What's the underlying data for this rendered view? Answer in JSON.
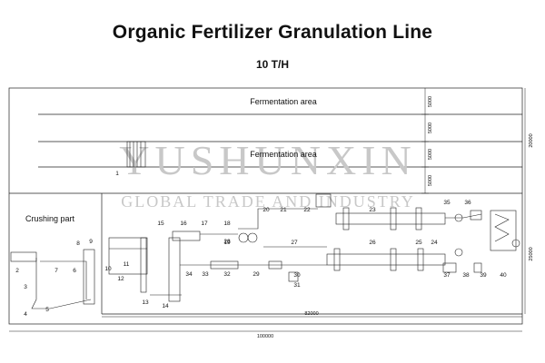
{
  "header": {
    "title": "Organic Fertilizer Granulation Line",
    "subtitle": "10 T/H"
  },
  "areas": {
    "fermentation_1": "Fermentation area",
    "fermentation_2": "Fermentation area",
    "crushing": "Crushing part"
  },
  "dimensions": {
    "total_width": "100000",
    "inner_width": "82000",
    "height_right_1": "20000",
    "height_right_2": "25000",
    "row_1": "5000",
    "row_2": "5000",
    "row_3": "5000",
    "row_4": "5000"
  },
  "watermark": {
    "line_1": "YUSHUNXIN",
    "line_2": "GLOBAL TRADE AND INDUSTRY"
  },
  "callouts": [
    "1",
    "2",
    "3",
    "4",
    "5",
    "6",
    "7",
    "8",
    "9",
    "10",
    "11",
    "12",
    "13",
    "14",
    "15",
    "16",
    "17",
    "18",
    "19",
    "20",
    "21",
    "22",
    "23",
    "24",
    "25",
    "26",
    "27",
    "28",
    "29",
    "30",
    "31",
    "32",
    "33",
    "34",
    "35",
    "36",
    "37",
    "38",
    "39",
    "40"
  ]
}
